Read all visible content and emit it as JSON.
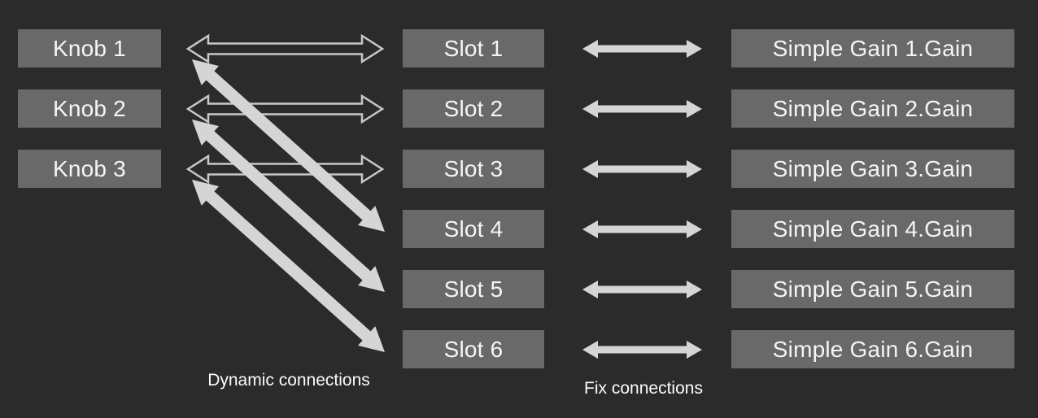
{
  "canvas": {
    "background": "#2b2b2b"
  },
  "colors": {
    "box_fill": "#696969",
    "box_text": "#f5f5f5",
    "solid_arrow": "#d5d5d5",
    "hollow_arrow_outline": "#c8c8c8",
    "label_text": "#fbfbfb"
  },
  "knobs": [
    {
      "label": "Knob 1"
    },
    {
      "label": "Knob 2"
    },
    {
      "label": "Knob 3"
    }
  ],
  "slots": [
    {
      "label": "Slot 1"
    },
    {
      "label": "Slot 2"
    },
    {
      "label": "Slot 3"
    },
    {
      "label": "Slot 4"
    },
    {
      "label": "Slot 5"
    },
    {
      "label": "Slot 6"
    }
  ],
  "gains": [
    {
      "label": "Simple Gain 1.Gain"
    },
    {
      "label": "Simple Gain 2.Gain"
    },
    {
      "label": "Simple Gain 3.Gain"
    },
    {
      "label": "Simple Gain 4.Gain"
    },
    {
      "label": "Simple Gain 5.Gain"
    },
    {
      "label": "Simple Gain 6.Gain"
    }
  ],
  "connections": {
    "dynamic_label": "Dynamic connections",
    "fix_label": "Fix connections",
    "knob_slot_direct": [
      [
        "Knob 1",
        "Slot 1"
      ],
      [
        "Knob 2",
        "Slot 2"
      ],
      [
        "Knob 3",
        "Slot 3"
      ]
    ],
    "knob_slot_diagonal": [
      [
        "Knob 1",
        "Slot 4"
      ],
      [
        "Knob 2",
        "Slot 5"
      ],
      [
        "Knob 3",
        "Slot 6"
      ]
    ],
    "fix": [
      [
        "Slot 1",
        "Simple Gain 1.Gain"
      ],
      [
        "Slot 2",
        "Simple Gain 2.Gain"
      ],
      [
        "Slot 3",
        "Simple Gain 3.Gain"
      ],
      [
        "Slot 4",
        "Simple Gain 4.Gain"
      ],
      [
        "Slot 5",
        "Simple Gain 5.Gain"
      ],
      [
        "Slot 6",
        "Simple Gain 6.Gain"
      ]
    ]
  }
}
